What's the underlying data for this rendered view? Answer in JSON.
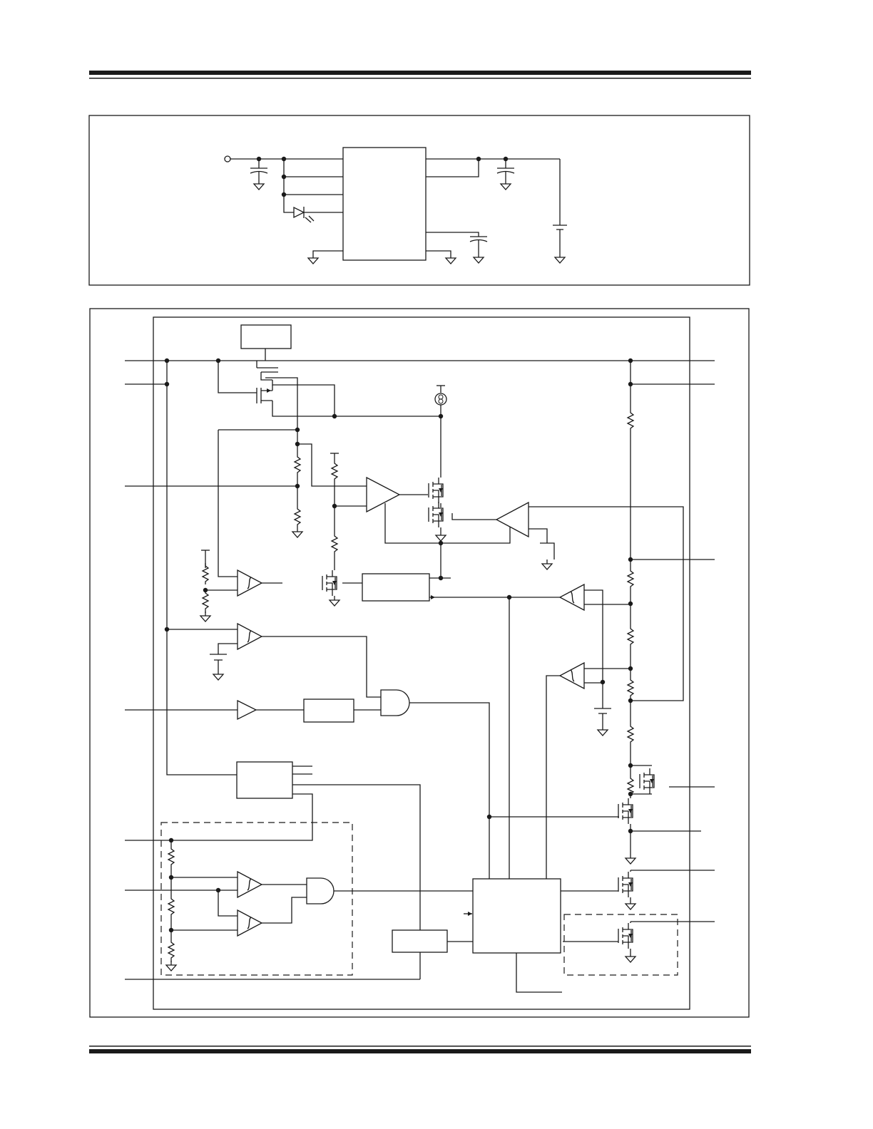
{
  "page": {
    "header_rule": "double",
    "footer_rule": "double"
  },
  "figures": [
    {
      "id": "typical-application-circuit",
      "labels_printed": false
    },
    {
      "id": "functional-block-diagram",
      "labels_printed": false
    }
  ],
  "icons": [
    "ground-icon",
    "capacitor-icon",
    "battery-icon",
    "led-icon",
    "resistor-icon",
    "mosfet-icon",
    "comparator-icon",
    "amplifier-icon",
    "and-gate-icon",
    "current-source-icon"
  ],
  "colors": {
    "ink": "#1a1a1a",
    "paper": "#ffffff"
  }
}
